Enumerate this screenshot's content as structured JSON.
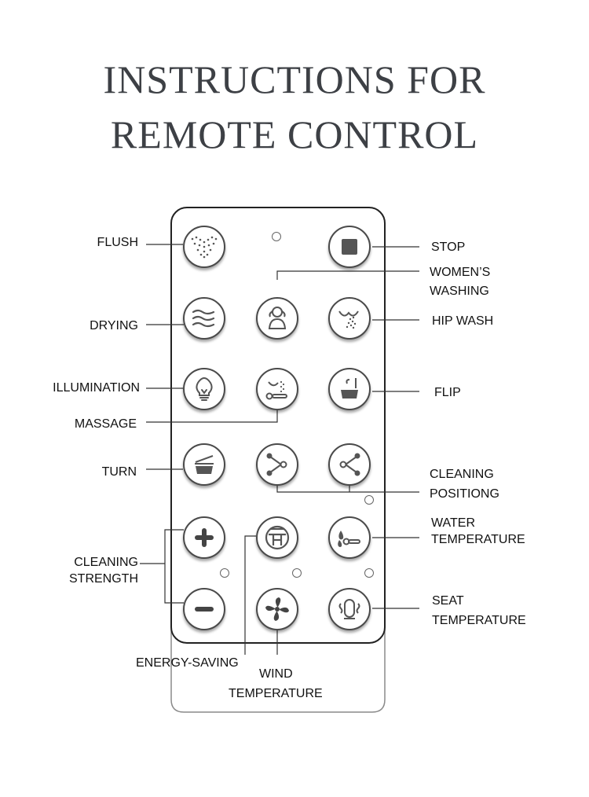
{
  "title": {
    "line1": "INSTRUCTIONS FOR",
    "line2": "REMOTE CONTROL"
  },
  "buttons": {
    "flush": "FLUSH",
    "stop": "STOP",
    "womens_washing_1": "WOMEN’S",
    "womens_washing_2": "WASHING",
    "drying": "DRYING",
    "hip_wash": "HIP WASH",
    "illumination": "ILLUMINATION",
    "flip": "FLIP",
    "massage": "MASSAGE",
    "turn": "TURN",
    "cleaning_positioning_1": "CLEANING",
    "cleaning_positioning_2": "POSITIONG",
    "water_temperature_1": "WATER",
    "water_temperature_2": "TEMPERATURE",
    "cleaning_strength_1": "CLEANING",
    "cleaning_strength_2": "STRENGTH",
    "seat_temperature_1": "SEAT",
    "seat_temperature_2": "TEMPERATURE",
    "energy_saving": "ENERGY-SAVING",
    "wind_temperature_1": "WIND",
    "wind_temperature_2": "TEMPERATURE"
  },
  "colors": {
    "title": "#3d4045",
    "outline": "#4a4a4a",
    "leader_line": "#333333"
  }
}
